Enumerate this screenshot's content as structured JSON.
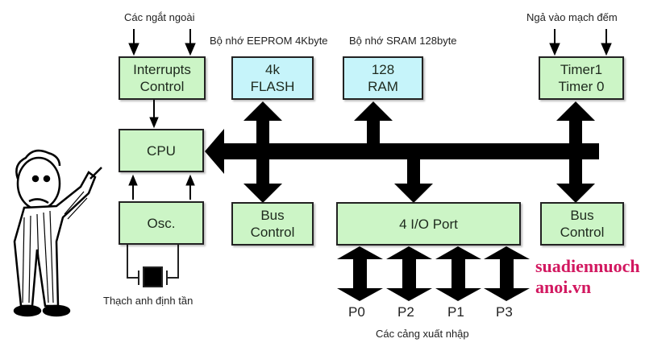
{
  "labels": {
    "external_interrupts": "Các ngắt ngoài",
    "eeprom": "Bộ nhớ EEPROM 4Kbyte",
    "sram": "Bộ nhớ SRAM 128byte",
    "counter_input": "Ngả vào mạch đếm",
    "crystal": "Thạch anh định tần",
    "io_ports": "Các cảng xuất nhập"
  },
  "blocks": {
    "interrupts": {
      "line1": "Interrupts",
      "line2": "Control"
    },
    "flash": {
      "line1": "4k",
      "line2": "FLASH"
    },
    "ram": {
      "line1": "128",
      "line2": "RAM"
    },
    "timer": {
      "line1": "Timer1",
      "line2": "Timer 0"
    },
    "cpu": {
      "line1": "CPU"
    },
    "osc": {
      "line1": "Osc."
    },
    "bus_control_left": {
      "line1": "Bus",
      "line2": "Control"
    },
    "io_port": {
      "line1": "4 I/O Port"
    },
    "bus_control_right": {
      "line1": "Bus",
      "line2": "Control"
    }
  },
  "ports": [
    "P0",
    "P2",
    "P1",
    "P3"
  ],
  "watermark": "suadiennuochanoi.vn",
  "colors": {
    "green_block": "#ccf5c6",
    "cyan_block": "#c6f4fa",
    "watermark": "#d21860"
  }
}
